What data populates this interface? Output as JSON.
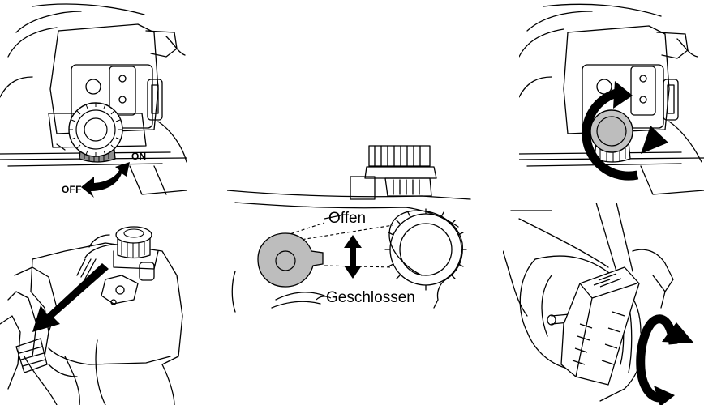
{
  "labels": {
    "on": "ON",
    "off": "OFF",
    "offen": "Offen",
    "geschlossen": "Geschlossen"
  },
  "colors": {
    "line": "#000000",
    "dial_fill": "#bdbdbd",
    "background": "#ffffff"
  }
}
